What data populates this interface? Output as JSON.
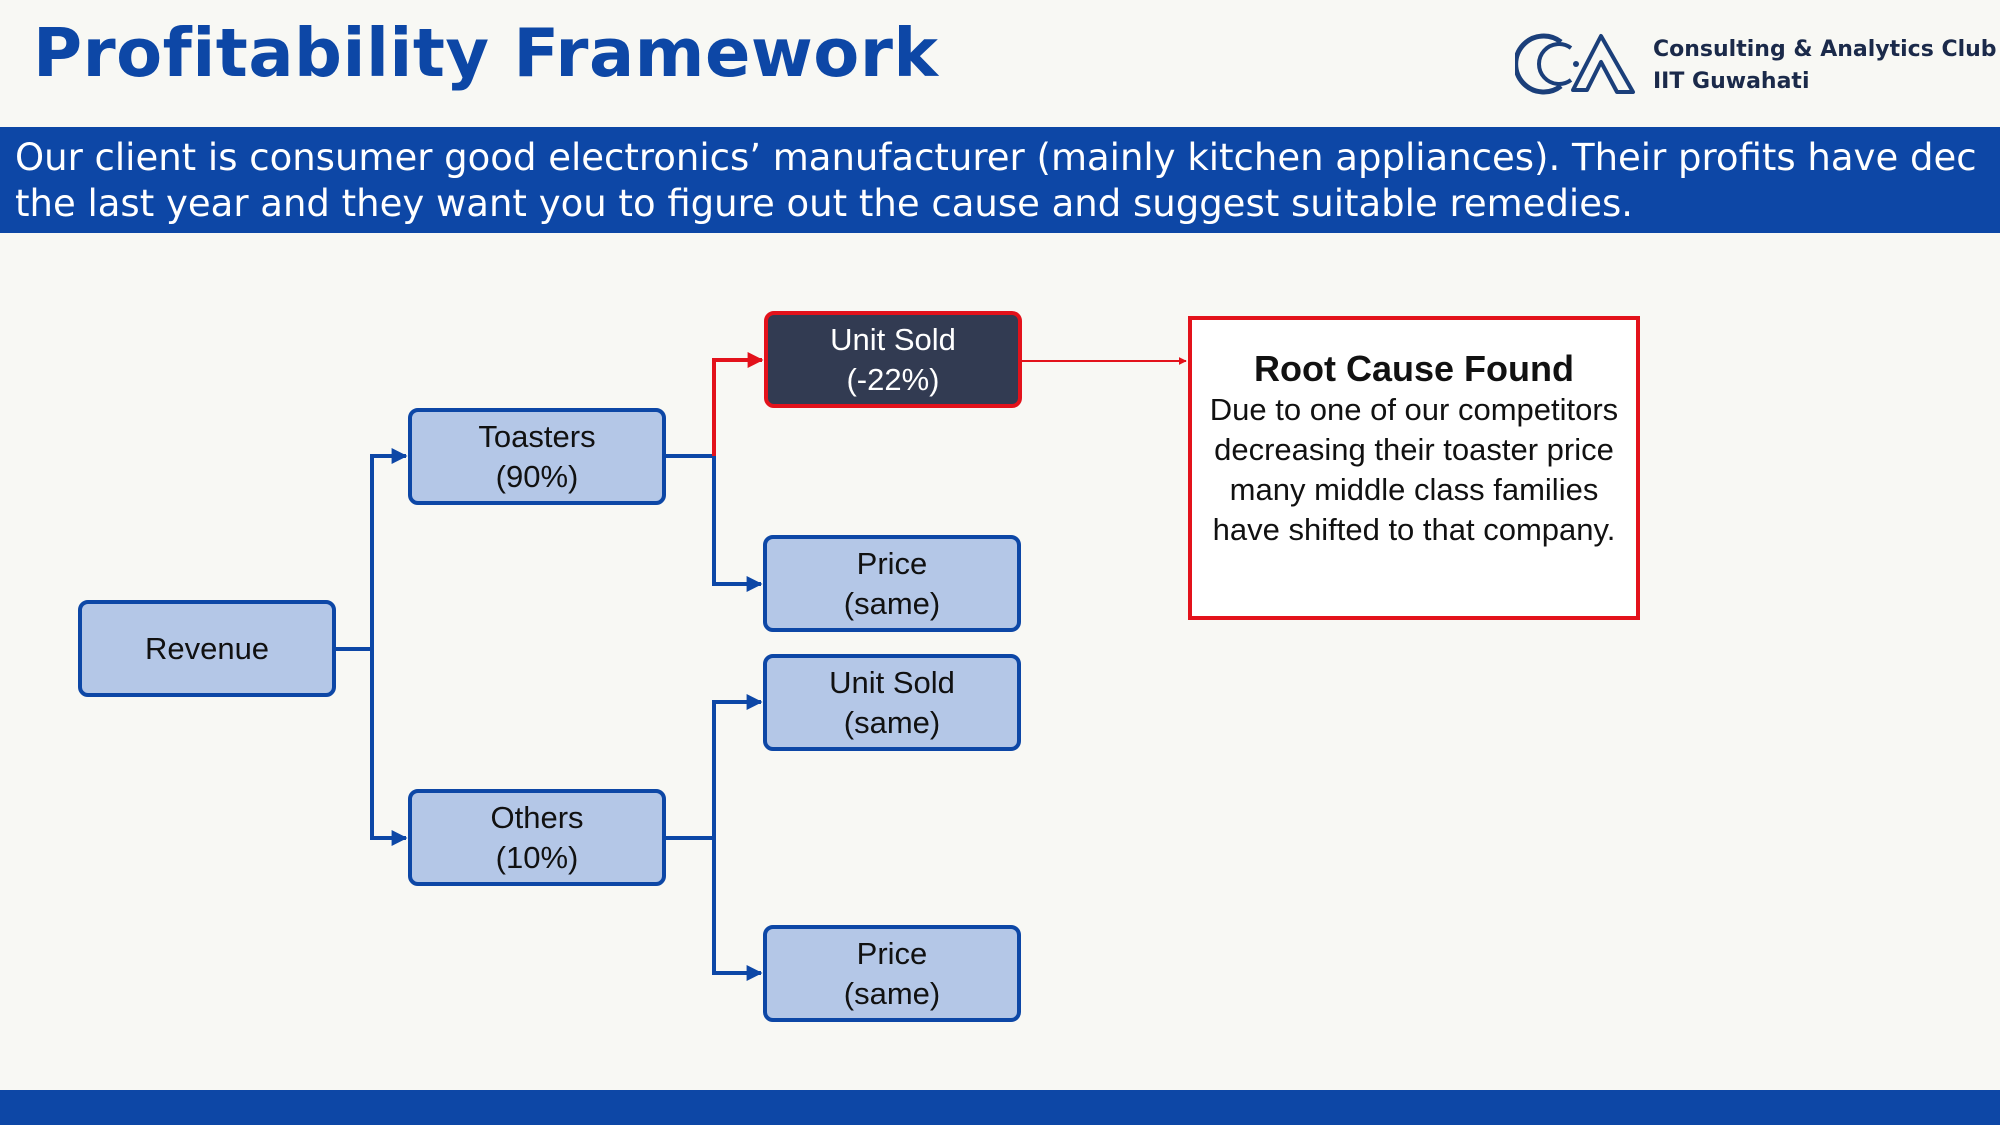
{
  "header": {
    "title": "Profitability Framework",
    "club_line1": "Consulting & Analytics Club",
    "club_line2": "IIT Guwahati"
  },
  "banner": {
    "text": "Our client is consumer good electronics’ manufacturer (mainly kitchen appliances). Their profits have dec\nthe last year and they want you to figure out the cause and suggest suitable remedies."
  },
  "colors": {
    "brand_blue": "#0d47a6",
    "node_fill": "#b4c7e7",
    "highlight_fill": "#323b52",
    "alert_red": "#e3121b"
  },
  "tree": {
    "revenue": "Revenue",
    "toasters": "Toasters\n(90%)",
    "others": "Others\n(10%)",
    "toasters_units": "Unit Sold\n(-22%)",
    "toasters_price": "Price\n(same)",
    "others_units": "Unit Sold\n(same)",
    "others_price": "Price\n(same)"
  },
  "root_cause": {
    "title": "Root Cause Found",
    "body": "Due to one of our competitors decreasing their toaster price many middle class families have shifted to that company."
  }
}
